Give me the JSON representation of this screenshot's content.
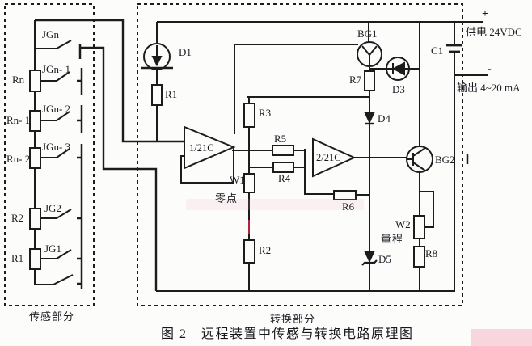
{
  "figure": {
    "caption": "图 2　远程装置中传感与转换电路原理图"
  },
  "sensing": {
    "title": "传感部分",
    "resistors": [
      "Rn",
      "Rn- 1",
      "Rn- 2",
      "R2",
      "R1"
    ],
    "switches": [
      "JGn",
      "JGn- 1",
      "JGn- 2",
      "JGn- 3",
      "JG2",
      "JG1"
    ]
  },
  "conversion": {
    "title": "转换部分",
    "opamp1": "1/21C",
    "opamp2": "2/21C",
    "d1": "D1",
    "d3": "D3",
    "d4": "D4",
    "d5": "D5",
    "r1": "R1",
    "r2": "R2",
    "r3": "R3",
    "r4": "R4",
    "r5": "R5",
    "r6": "R6",
    "r7": "R7",
    "r8": "R8",
    "w1": "W1",
    "w2": "W2",
    "bg1": "BG1",
    "bg2": "BG2",
    "c1": "C1",
    "zero_label": "零点",
    "range_label": "量程"
  },
  "power": {
    "plus": "+",
    "minus": "-",
    "supply": "供电 24VDC",
    "output": "输出 4~20 mA"
  },
  "colors": {
    "line": "#1c1c1c",
    "background": "#fcfcfb",
    "artifact_red": "#cc2244",
    "watermark_pink": "#f2a9b8"
  }
}
